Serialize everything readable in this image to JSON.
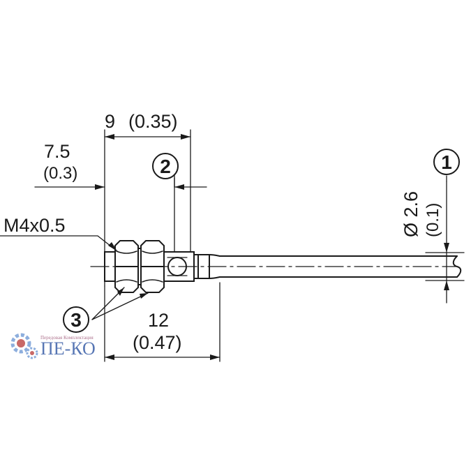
{
  "dimensions": {
    "width_9": {
      "value": "9",
      "inch": "(0.35)"
    },
    "width_7_5": {
      "value": "7.5",
      "inch": "(0.3)"
    },
    "length_12": {
      "value": "12",
      "inch": "(0.47)"
    },
    "diameter": {
      "value": "Ø 2.6",
      "inch": "(0.1)"
    },
    "thread": "M4x0.5"
  },
  "callouts": {
    "c1": "1",
    "c2": "2",
    "c3": "3"
  },
  "watermark": {
    "main": "ПЕ-КО",
    "sub": "Передовая Комплектация"
  },
  "colors": {
    "line": "#1a1a1a",
    "watermark_blue": "#3a5fa8",
    "watermark_red": "#c0504d"
  }
}
